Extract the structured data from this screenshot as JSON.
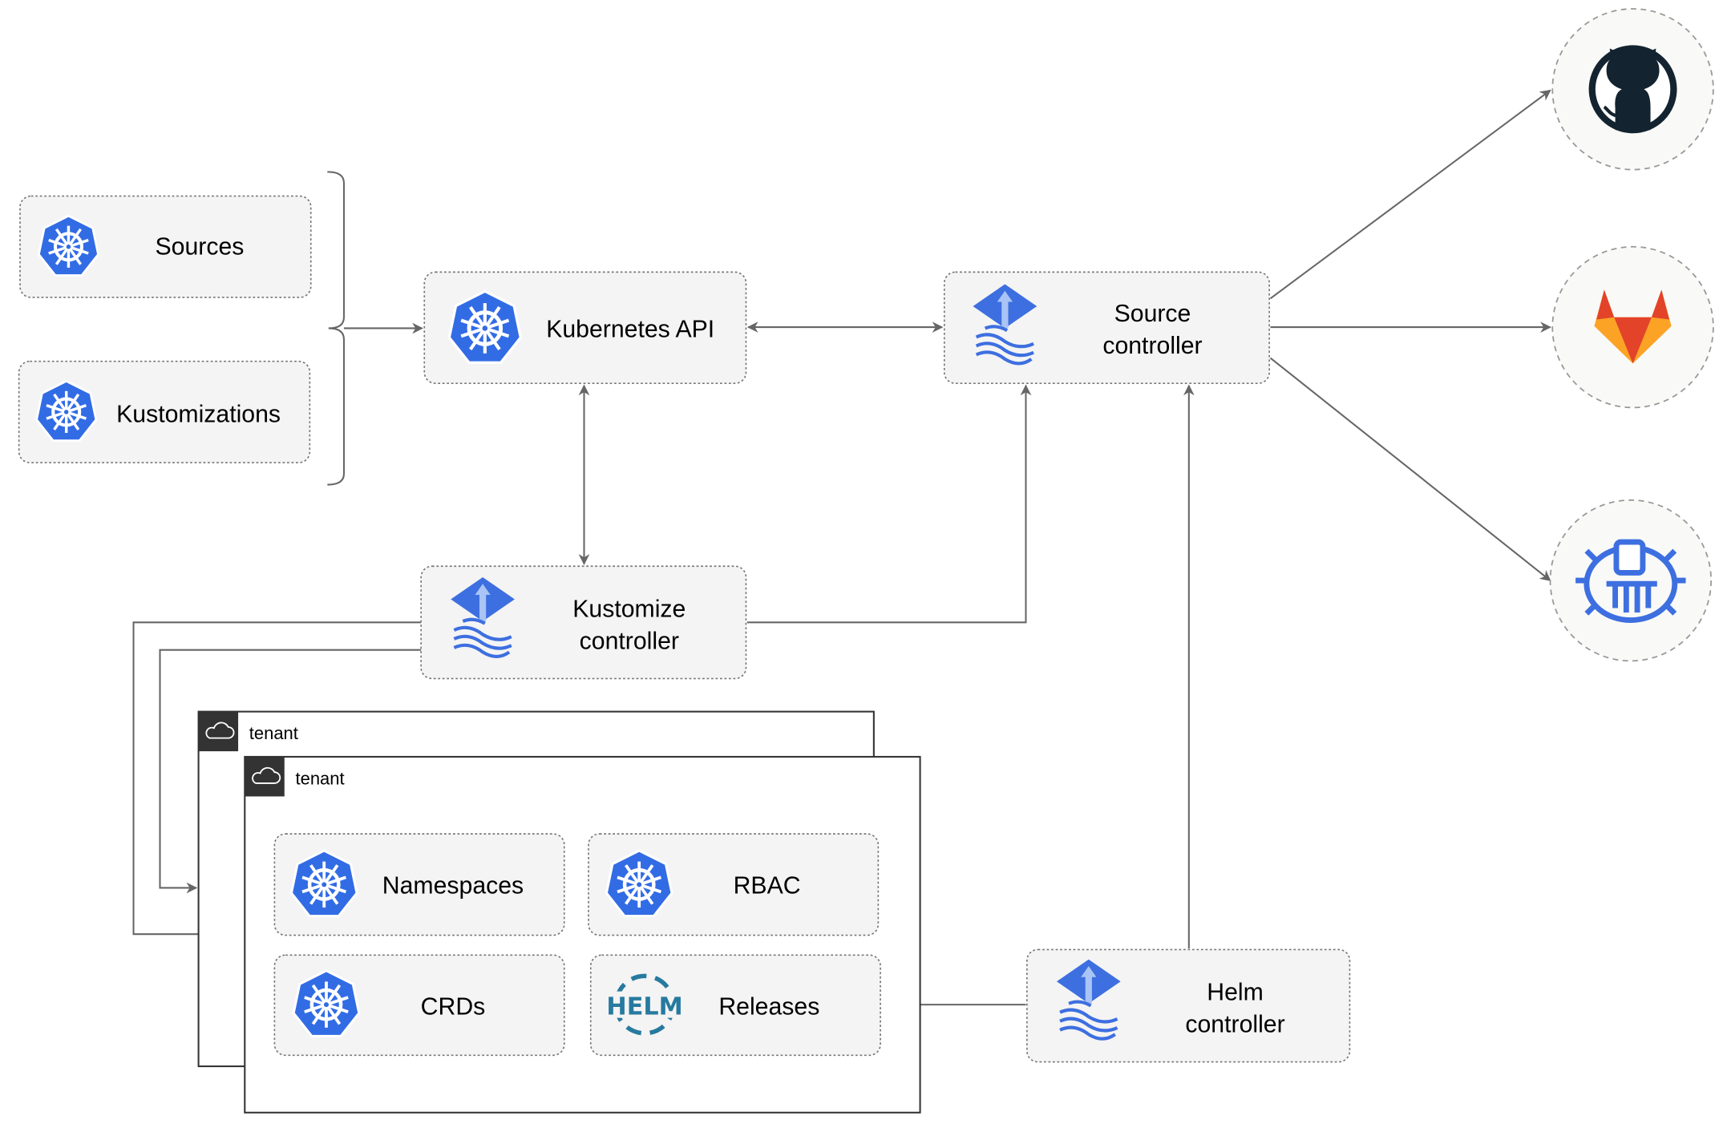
{
  "nodes": {
    "sources": "Sources",
    "kustomizations": "Kustomizations",
    "kubernetes_api": "Kubernetes API",
    "source_controller": [
      "Source",
      "controller"
    ],
    "kustomize_controller": [
      "Kustomize",
      "controller"
    ],
    "helm_controller": [
      "Helm",
      "controller"
    ],
    "namespaces": "Namespaces",
    "rbac": "RBAC",
    "crds": "CRDs",
    "releases": "Releases",
    "helm_logo": "HELM"
  },
  "tenants": [
    "tenant",
    "tenant"
  ],
  "external": [
    "github-icon",
    "gitlab-icon",
    "bucket-icon"
  ],
  "colors": {
    "k8s_blue": "#326CE5",
    "flux_blue": "#3D6FE0",
    "helm": "#277A9F",
    "gitlab_orange": "#E24329",
    "github": "#132330"
  }
}
